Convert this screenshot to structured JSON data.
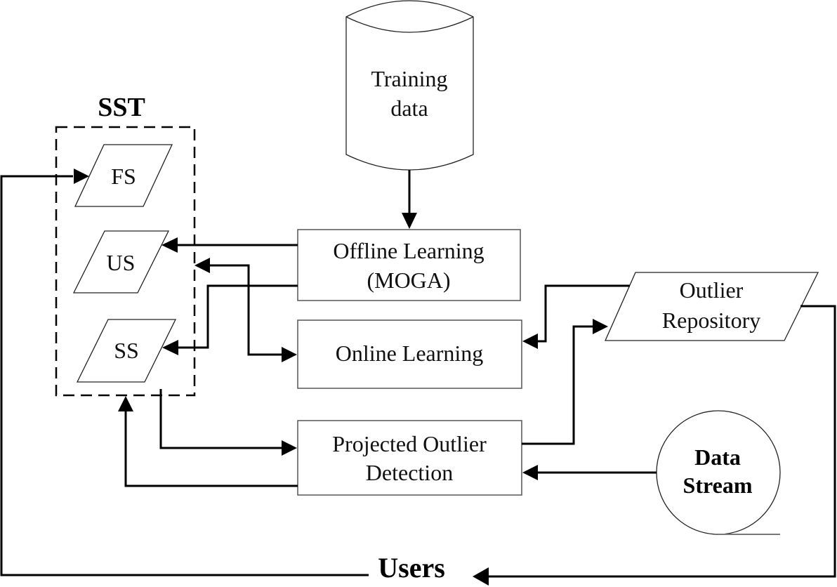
{
  "diagram": {
    "type": "system-architecture-flowchart",
    "sst_group": {
      "title": "SST",
      "items": [
        {
          "id": "fs",
          "label": "FS",
          "shape": "parallelogram"
        },
        {
          "id": "us",
          "label": "US",
          "shape": "parallelogram"
        },
        {
          "id": "ss",
          "label": "SS",
          "shape": "parallelogram"
        }
      ]
    },
    "training_data": {
      "line1": "Training",
      "line2": "data",
      "shape": "cylinder"
    },
    "offline_learning": {
      "line1": "Offline Learning",
      "line2": "(MOGA)",
      "shape": "rectangle"
    },
    "online_learning": {
      "label": "Online Learning",
      "shape": "rectangle"
    },
    "projected_outlier_detection": {
      "line1": "Projected Outlier",
      "line2": "Detection",
      "shape": "rectangle"
    },
    "outlier_repository": {
      "line1": "Outlier",
      "line2": "Repository",
      "shape": "parallelogram"
    },
    "data_stream": {
      "line1": "Data",
      "line2": "Stream",
      "shape": "tape-circle"
    },
    "users": {
      "label": "Users"
    },
    "edges": [
      {
        "from": "Training data",
        "to": "Offline Learning (MOGA)"
      },
      {
        "from": "Offline Learning (MOGA)",
        "to": "US"
      },
      {
        "from": "Offline Learning (MOGA)",
        "to": "SS"
      },
      {
        "from": "Online Learning",
        "to": "SST"
      },
      {
        "from": "SST",
        "to": "Online Learning"
      },
      {
        "from": "SST",
        "to": "Projected Outlier Detection"
      },
      {
        "from": "Projected Outlier Detection",
        "to": "SST"
      },
      {
        "from": "Projected Outlier Detection",
        "to": "Outlier Repository"
      },
      {
        "from": "Outlier Repository",
        "to": "Online Learning"
      },
      {
        "from": "Data Stream",
        "to": "Projected Outlier Detection"
      },
      {
        "from": "Outlier Repository",
        "to": "Users"
      },
      {
        "from": "Users",
        "to": "FS"
      }
    ]
  }
}
